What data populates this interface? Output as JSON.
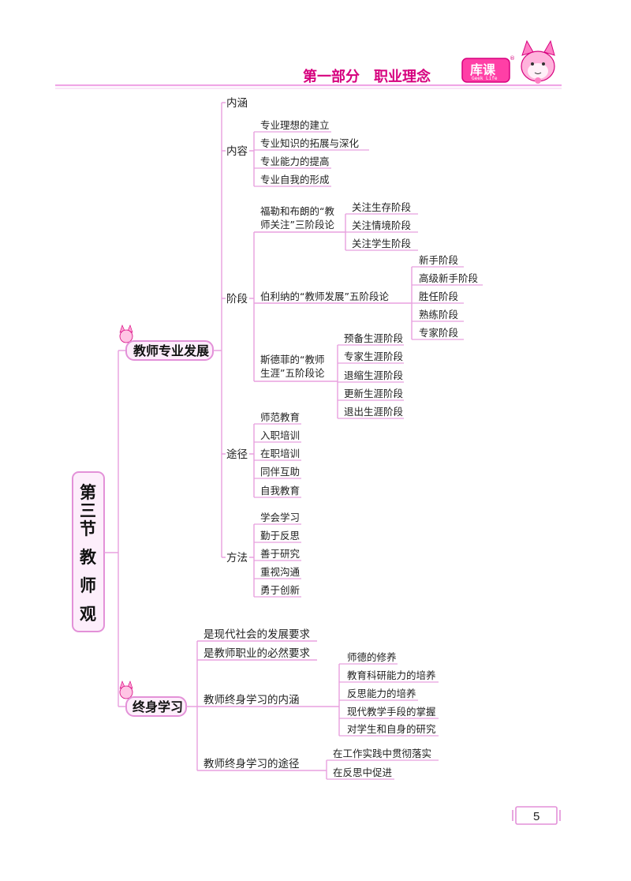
{
  "header": {
    "part_title": "第一部分　职业理念",
    "brand_name": "库课",
    "brand_sub": "Geek Life",
    "registered_mark": "®"
  },
  "section": {
    "chars": [
      "第",
      "三",
      "节",
      "教",
      "师",
      "观"
    ]
  },
  "branch1": {
    "title": "教师专业发展",
    "neihan": "内涵",
    "neirong": {
      "label": "内容",
      "items": [
        "专业理想的建立",
        "专业知识的拓展与深化",
        "专业能力的提高",
        "专业自我的形成"
      ]
    },
    "jieduan": {
      "label": "阶段",
      "fuller": {
        "line1": "福勒和布朗的“教",
        "line2": "师关注”三阶段论",
        "items": [
          "关注生存阶段",
          "关注情境阶段",
          "关注学生阶段"
        ]
      },
      "berliner": {
        "label": "伯利纳的“教师发展”五阶段论",
        "items": [
          "新手阶段",
          "高级新手阶段",
          "胜任阶段",
          "熟练阶段",
          "专家阶段"
        ]
      },
      "steffy": {
        "line1": "斯德菲的“教师",
        "line2": "生涯”五阶段论",
        "items": [
          "预备生涯阶段",
          "专家生涯阶段",
          "退缩生涯阶段",
          "更新生涯阶段",
          "退出生涯阶段"
        ]
      }
    },
    "tujing": {
      "label": "途径",
      "items": [
        "师范教育",
        "入职培训",
        "在职培训",
        "同伴互助",
        "自我教育"
      ]
    },
    "fangfa": {
      "label": "方法",
      "items": [
        "学会学习",
        "勤于反思",
        "善于研究",
        "重视沟通",
        "勇于创新"
      ]
    }
  },
  "branch2": {
    "title": "终身学习",
    "req1": "是现代社会的发展要求",
    "req2": "是教师职业的必然要求",
    "neihan": {
      "label": "教师终身学习的内涵",
      "items": [
        "师德的修养",
        "教育科研能力的培养",
        "反思能力的培养",
        "现代教学手段的掌握",
        "对学生和自身的研究"
      ]
    },
    "tujing": {
      "label": "教师终身学习的途径",
      "items": [
        "在工作实践中贯彻落实",
        "在反思中促进"
      ]
    }
  },
  "footer": {
    "page_number": "5"
  },
  "colors": {
    "accent_magenta": "#d6007e",
    "line_pink": "#e8a0df",
    "box_fill": "#fdeefb",
    "box_border": "#e391d8",
    "brand_pink": "#ff3fa6"
  }
}
